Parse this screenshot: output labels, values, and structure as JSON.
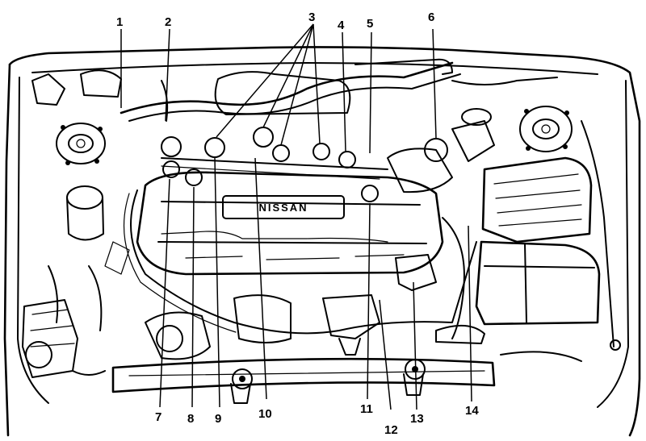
{
  "diagram": {
    "brand_label": "NISSAN",
    "callouts": [
      "1",
      "2",
      "3",
      "4",
      "5",
      "6",
      "7",
      "8",
      "9",
      "10",
      "11",
      "12",
      "13",
      "14"
    ]
  }
}
